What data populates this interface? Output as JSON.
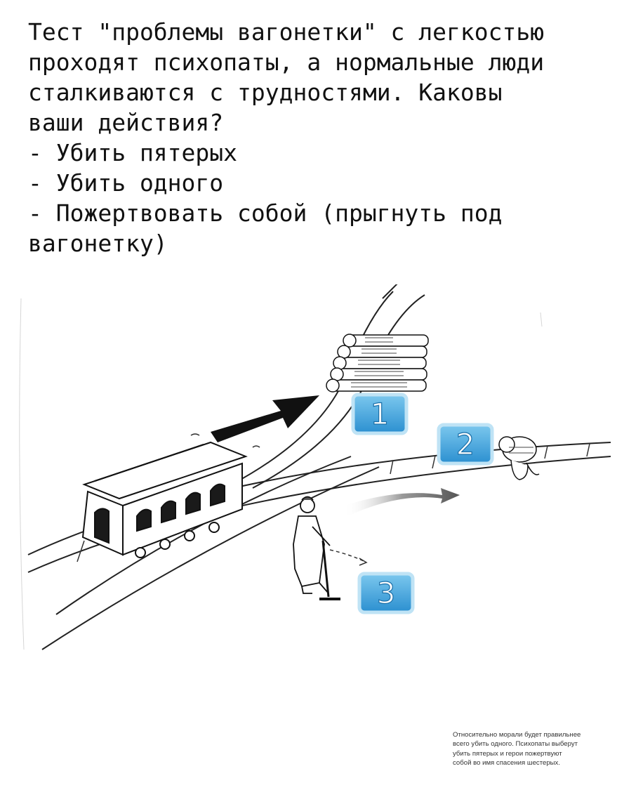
{
  "question": {
    "lines": [
      "Тест \"проблемы вагонетки\" с легкостью",
      "проходят психопаты, а нормальные люди",
      "сталкиваются с трудностями. Каковы",
      "ваши действия?",
      "- Убить пятерых",
      "- Убить одного",
      "- Пожертвовать собой (прыгнуть под",
      "вагонетку)"
    ]
  },
  "illustration": {
    "badges": [
      "1",
      "2",
      "3"
    ],
    "badge_color": "#3aa6de",
    "badge_border": "#bfe3f5"
  },
  "footnote": {
    "lines": [
      "Относительно морали будет правильнее",
      "всего убить одного. Психопаты выберут",
      "убить пятерых и герои пожертвуют",
      "собой во имя спасения шестерых."
    ]
  }
}
